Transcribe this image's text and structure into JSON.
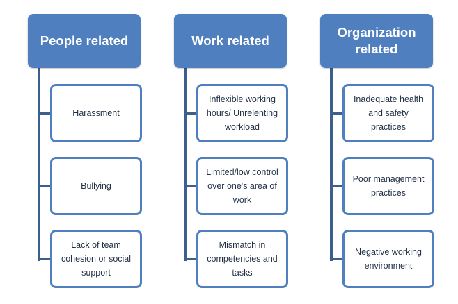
{
  "colors": {
    "header_fill": "#4f7fbf",
    "header_text": "#ffffff",
    "box_border": "#4f7fbf",
    "connector": "#3c5f8d",
    "box_text": "#1f2f44"
  },
  "categories": [
    {
      "title": "People related",
      "items": [
        "Harassment",
        "Bullying",
        "Lack of team cohesion or social support"
      ]
    },
    {
      "title": "Work related",
      "items": [
        "Inflexible working hours/ Unrelenting workload",
        "Limited/low control over one's area of work",
        "Mismatch in competencies and tasks"
      ]
    },
    {
      "title": "Organization related",
      "items": [
        "Inadequate  health and safety practices",
        "Poor management practices",
        "Negative working environment"
      ]
    }
  ]
}
